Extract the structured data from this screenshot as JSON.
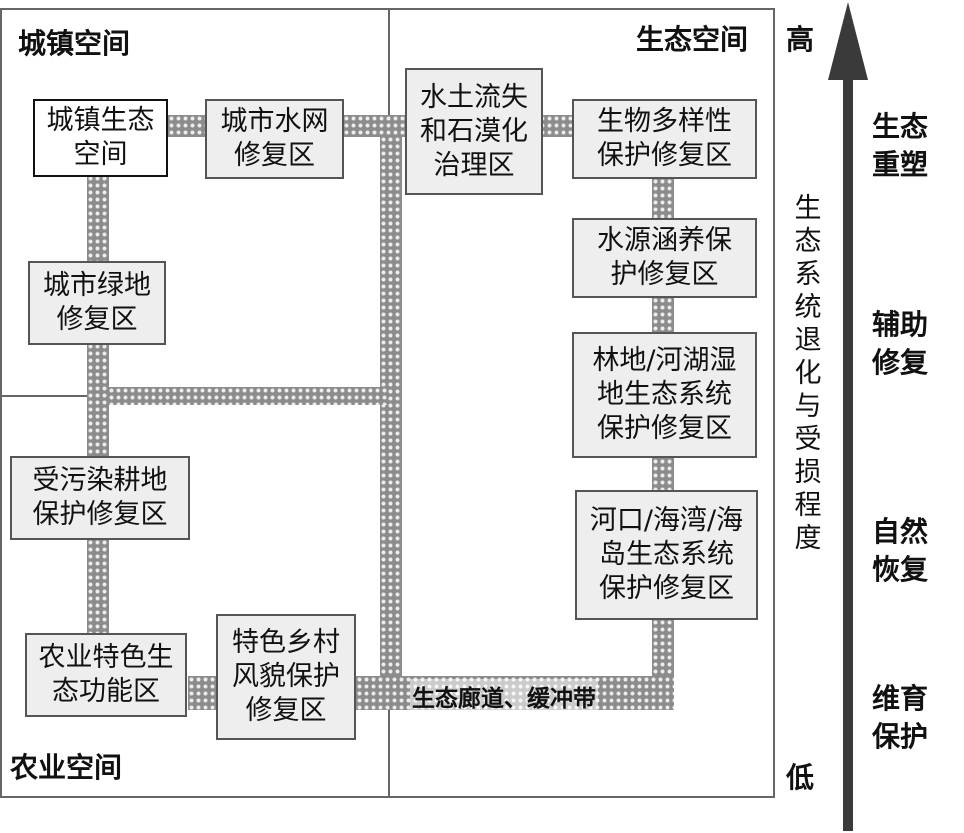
{
  "quadrants": {
    "urban": "城镇空间",
    "ecological": "生态空间",
    "agricultural": "农业空间"
  },
  "boxes": {
    "urban_eco_space": "城镇生态\n空间",
    "city_water": "城市水网\n修复区",
    "soil_erosion": "水土流失\n和石漠化\n治理区",
    "biodiversity": "生物多样性\n保护修复区",
    "water_source": "水源涵养保\n护修复区",
    "forest_wetland": "林地/河湖湿\n地生态系统\n保护修复区",
    "estuary": "河口/海湾/海\n岛生态系统\n保护修复区",
    "urban_green": "城市绿地\n修复区",
    "polluted_farmland": "受污染耕地\n保护修复区",
    "agri_function": "农业特色生\n态功能区",
    "village": "特色乡村\n风貌保护\n修复区"
  },
  "corridor_label": "生态廊道、缓冲带",
  "axis": {
    "high": "高",
    "low": "低",
    "title": "生\n态\n系\n统\n退\n化\n与\n受\n损\n程\n度",
    "levels": [
      "生态\n重塑",
      "辅助\n修复",
      "自然\n恢复",
      "维育\n保护"
    ]
  },
  "colors": {
    "corridor": "#8c8c8c",
    "box_fill": "#eeeeee",
    "arrow": "#3a3a3a"
  }
}
